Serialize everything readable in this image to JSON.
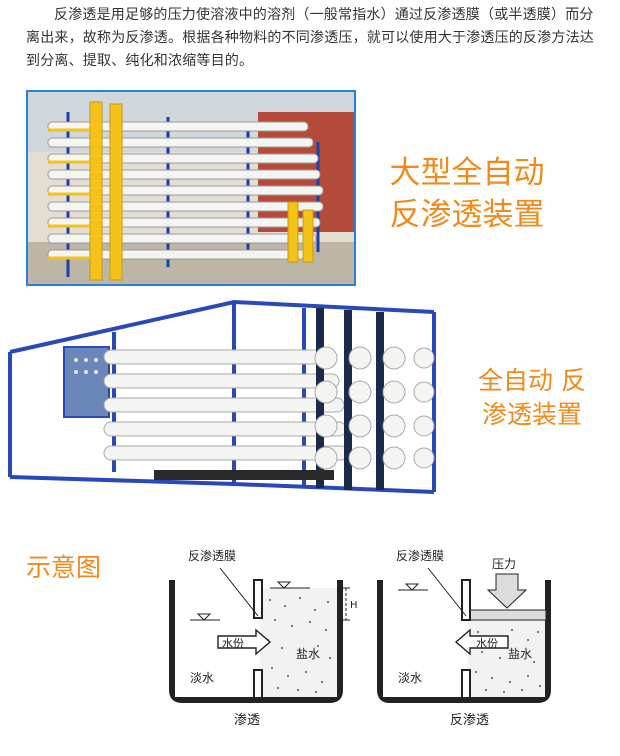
{
  "intro": {
    "text": "反渗透是用足够的压力使溶液中的溶剂（一般常指水）通过反渗透膜（或半透膜）而分离出来，故称为反渗透。根据各种物料的不同渗透压，就可以使用大于渗透压的反渗方法达到分离、提取、纯化和浓缩等目的。"
  },
  "photo1": {
    "caption": "大型全自动 反渗透装置"
  },
  "photo2": {
    "caption": "全自动 反渗透装置"
  },
  "schematic": {
    "title": "示意图",
    "left": {
      "membrane_label": "反渗透膜",
      "fresh_label": "淡水",
      "salt_label": "盐水",
      "flow_label": "水份",
      "height_label": "H",
      "caption": "渗透"
    },
    "right": {
      "membrane_label": "反渗透膜",
      "pressure_label": "压力",
      "fresh_label": "淡水",
      "salt_label": "盐水",
      "flow_label": "水份",
      "caption": "反渗透"
    }
  },
  "colors": {
    "accent_orange": "#f08a1a",
    "frame_blue": "#2b7fd6",
    "pipe_yellow": "#f5c21a"
  }
}
